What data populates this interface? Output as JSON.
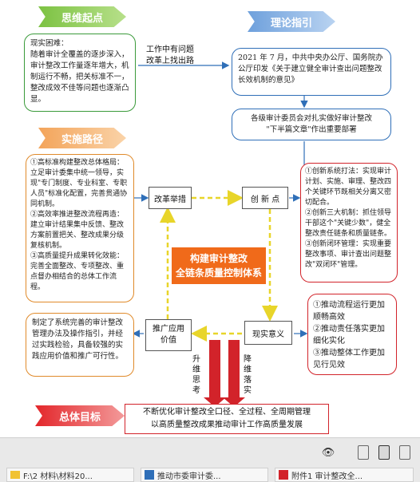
{
  "tags": {
    "start": "思维起点",
    "theory": "理论指引",
    "path": "实施路径",
    "goal": "总体目标"
  },
  "reality": {
    "text": "现实困难：\n随着审计全覆盖的逐步深入，审计整改工作量逐年增大，机制运行不畅，把关标准不一，整改成效不佳等问题也逐渐凸显。"
  },
  "arrow_label": "工作中有问题\n改革上找出路",
  "policy": {
    "text": "2021 年 7 月，中共中央办公厅、国务院办公厅印发《关于建立健全审计查出问题整改长效机制的意见》"
  },
  "committee": {
    "text": "各级审计委员会对扎实做好审计整改\n\"下半篇文章\"作出重要部署"
  },
  "left_measures": {
    "text": "①高标准构建整改总体格局：立足审计委集中统一领导，实现\"专门制度、专业科室、专职人员\"标准化配置，完善贯通协同机制。\n②高效率推进整改流程再造：建立审计结果集中反馈、整改方案前置把关、整改成果分级复核机制。\n③高质量提升成果转化效能：完善全面整改、专项整改、重点督办相结合的总体工作流程。"
  },
  "nodes": {
    "reform": "改革举措",
    "innovation": "创 新 点",
    "promote": "推广应用\n价值",
    "practical": "现实意义"
  },
  "center": {
    "text": "构建审计整改\n全链条质量控制体系"
  },
  "innovations": {
    "text": "①创新系统打法：实现审计计划、实施、审理、整改四个关键环节既相关分离又密切配合。\n②创新三大机制：抓住领导干部这个\"关键少数\"，健全整改责任链条和质量链条。\n③创新闭环管理：实现重要整改事项、审计查出问题整改\"双闭环\"管理。"
  },
  "practical_list": {
    "text": "①推动流程运行更加顺畅高效\n②推动责任落实更加细化实化\n③推动整体工作更加见行见效"
  },
  "promote_box": {
    "text": "制定了系统完善的审计整改管理办法及操作指引，并经过实践检验，具备较强的实践应用价值和推广可行性。"
  },
  "vertical_labels": {
    "upgrade": "升维思考",
    "downgrade": "降维落实"
  },
  "goal": {
    "text": "不断优化审计整改全口径、全过程、全周期管理\n以高质量整改成果推动审计工作高质量发展"
  },
  "taskbar": {
    "items": [
      "F:\\2 材料\\材料20...",
      "推动市委审计委...",
      "附件1 审计整改全..."
    ]
  },
  "colors": {
    "green": "#3a9a3a",
    "blue": "#2f6fb8",
    "orange": "#e08a2a",
    "red": "#d2232a",
    "yellow_arrow": "#f2e23a"
  }
}
